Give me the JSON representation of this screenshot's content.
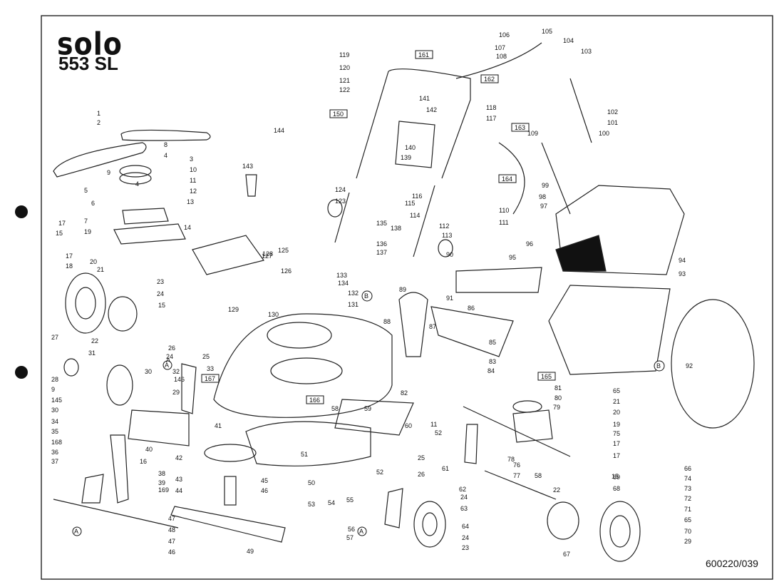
{
  "header": {
    "brand": "solo",
    "model": "553 SL"
  },
  "footer": {
    "doc_number": "600220/039"
  },
  "boxed_refs": [
    "161",
    "162",
    "150",
    "163",
    "164",
    "165",
    "166",
    "167"
  ],
  "circle_refs": [
    "A",
    "B"
  ],
  "callouts": [
    "1",
    "2",
    "8",
    "4",
    "9",
    "3",
    "10",
    "4",
    "11",
    "12",
    "5",
    "6",
    "13",
    "7",
    "14",
    "17",
    "15",
    "19",
    "17",
    "18",
    "20",
    "21",
    "23",
    "24",
    "15",
    "22",
    "26",
    "24",
    "25",
    "27",
    "28",
    "9",
    "145",
    "30",
    "31",
    "30",
    "32",
    "146",
    "29",
    "A",
    "33",
    "35",
    "168",
    "36",
    "37",
    "34",
    "38",
    "39",
    "169",
    "16",
    "40",
    "41",
    "42",
    "43",
    "44",
    "45",
    "46",
    "47",
    "48",
    "47",
    "46",
    "49",
    "50",
    "51",
    "52",
    "53",
    "54",
    "55",
    "56",
    "57",
    "58",
    "59",
    "60",
    "11",
    "52",
    "25",
    "26",
    "61",
    "62",
    "24",
    "63",
    "64",
    "24",
    "23",
    "65",
    "21",
    "20",
    "19",
    "75",
    "17",
    "17",
    "15",
    "66",
    "74",
    "73",
    "72",
    "71",
    "65",
    "70",
    "29",
    "69",
    "68",
    "22",
    "67",
    "58",
    "76",
    "77",
    "78",
    "79",
    "80",
    "81",
    "82",
    "83",
    "84",
    "85",
    "86",
    "87",
    "88",
    "89",
    "90",
    "91",
    "92",
    "93",
    "94",
    "95",
    "96",
    "97",
    "98",
    "99",
    "100",
    "101",
    "102",
    "103",
    "104",
    "105",
    "106",
    "107",
    "108",
    "109",
    "110",
    "111",
    "112",
    "113",
    "114",
    "115",
    "116",
    "117",
    "118",
    "119",
    "120",
    "121",
    "122",
    "123",
    "124",
    "125",
    "126",
    "127",
    "128",
    "129",
    "130",
    "131",
    "132",
    "133",
    "134",
    "135",
    "136",
    "137",
    "138",
    "139",
    "140",
    "141",
    "142",
    "143",
    "144"
  ]
}
